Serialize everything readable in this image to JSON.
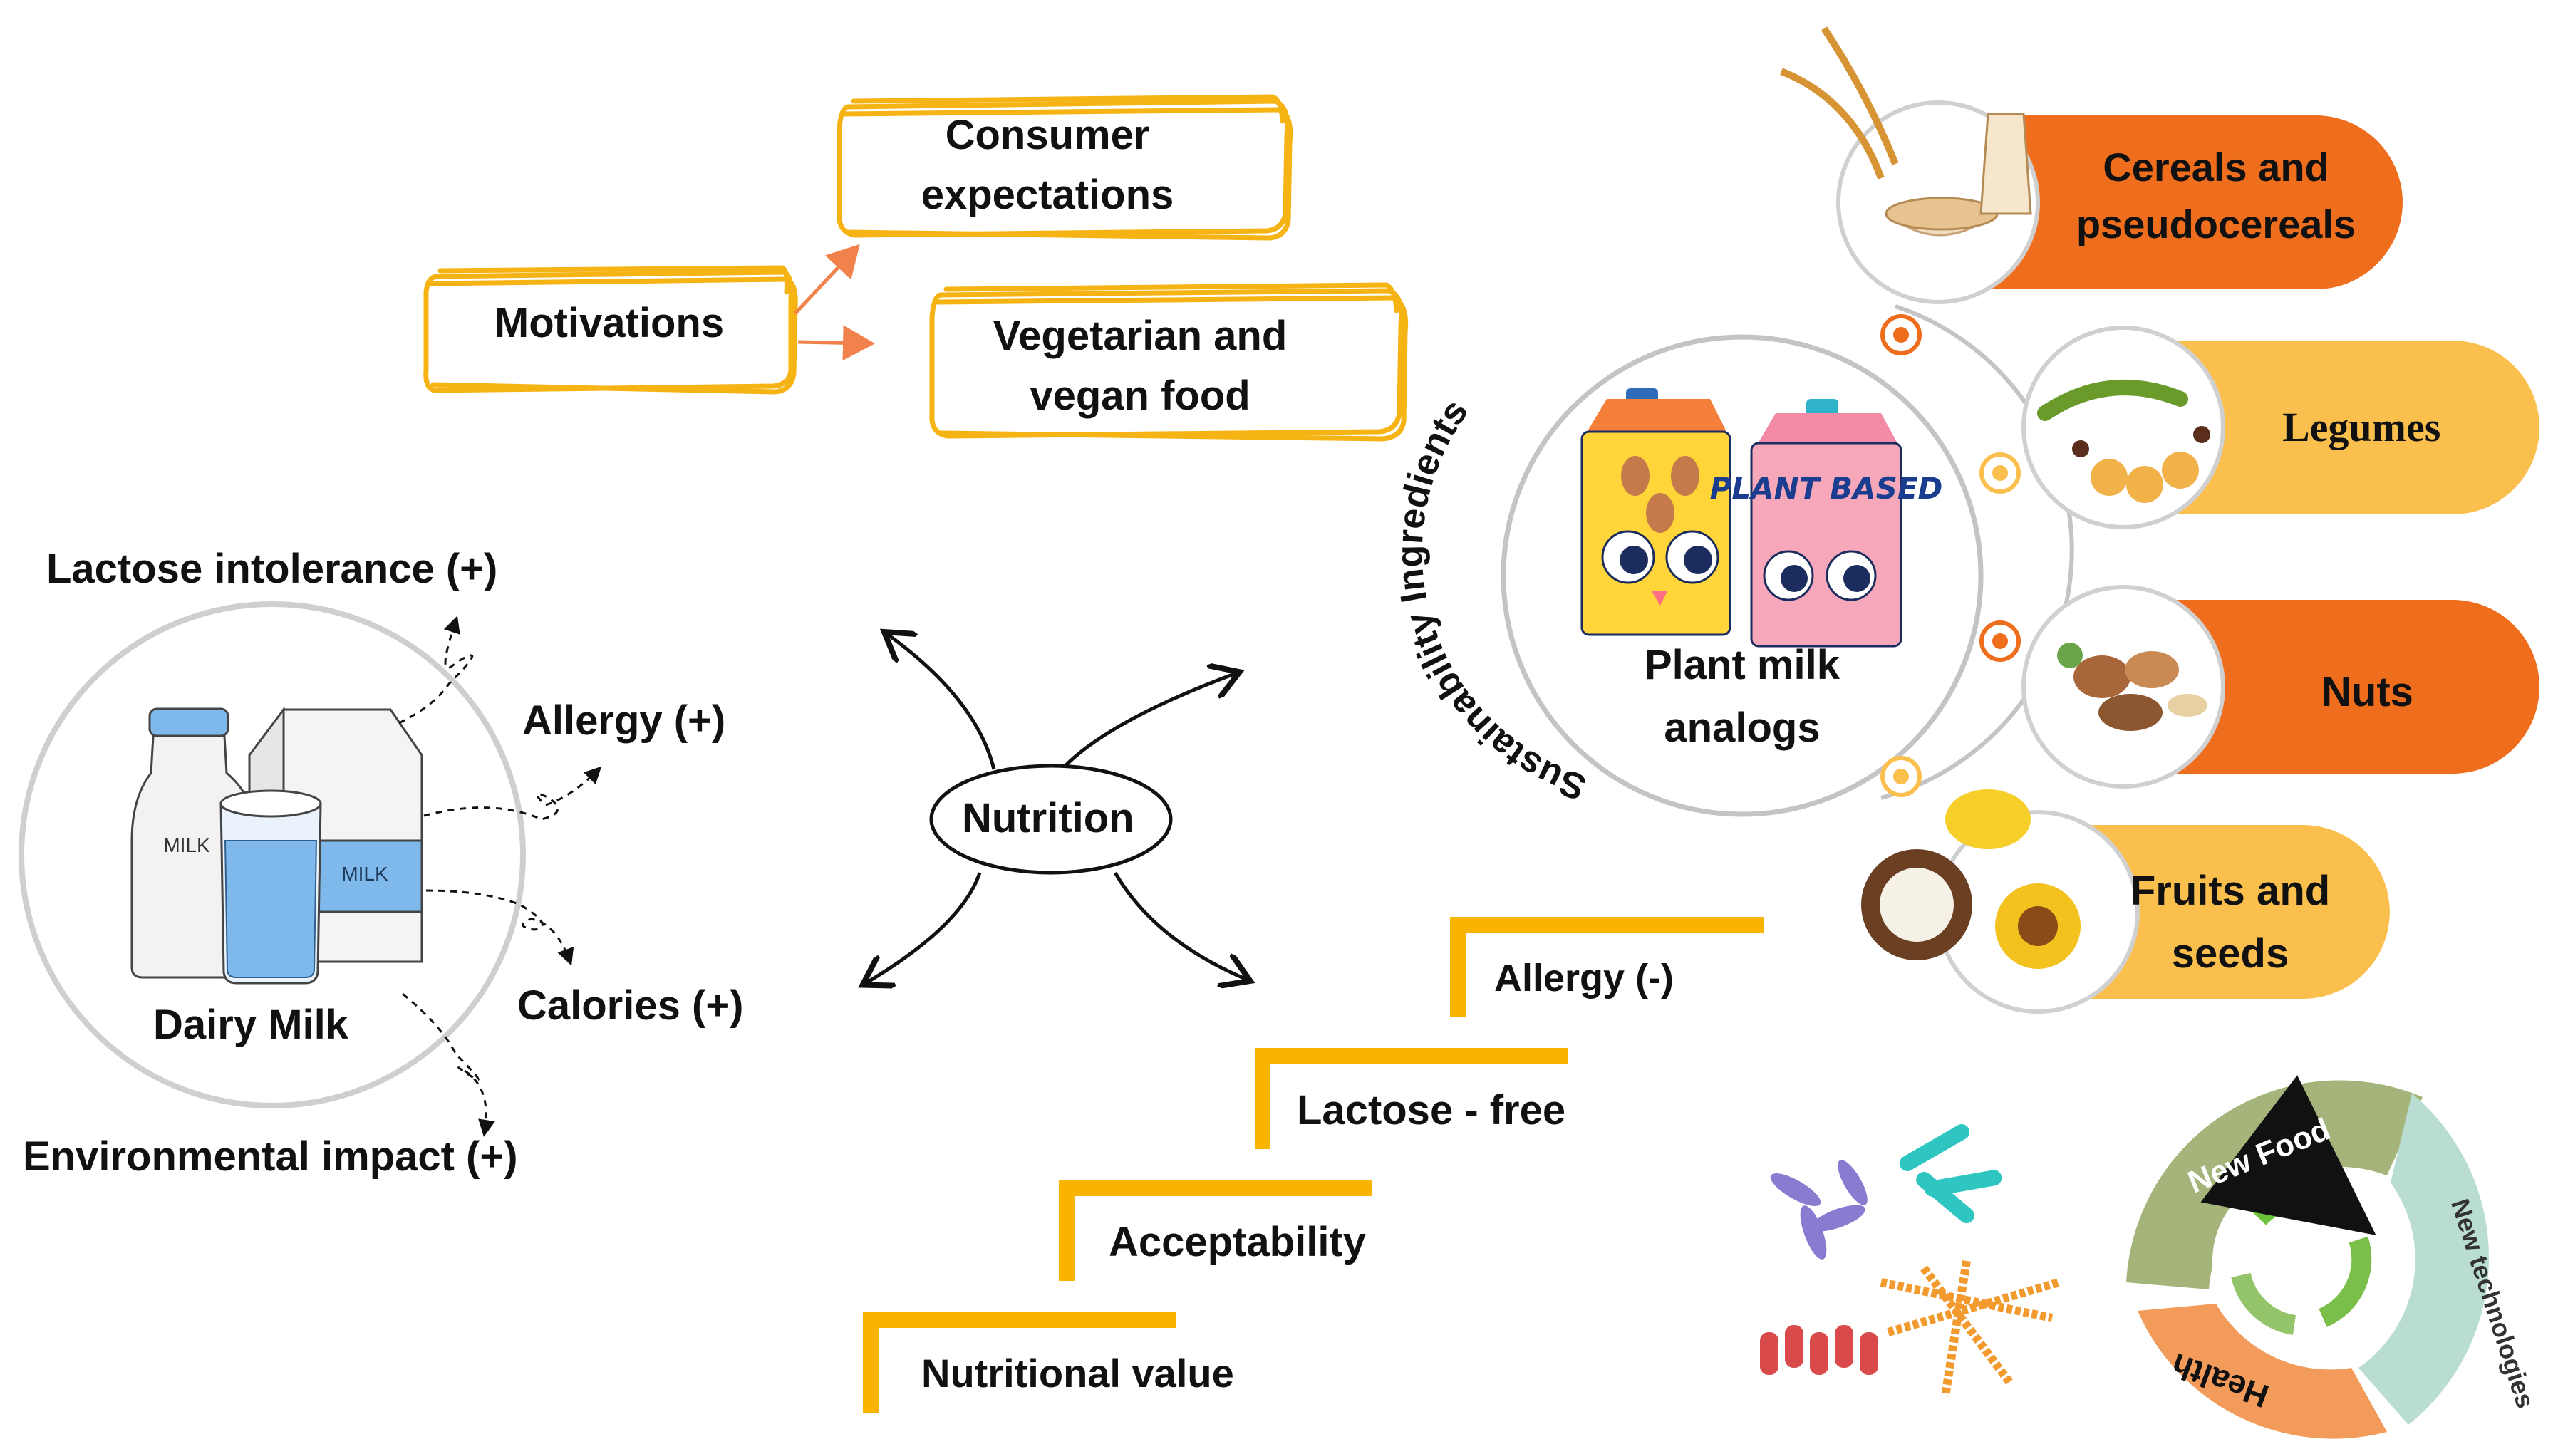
{
  "motivations": {
    "root": "Motivations",
    "consumer": "Consumer expectations",
    "vegetarian": "Vegetarian and vegan food"
  },
  "dairy": {
    "title": "Dairy Milk",
    "bottle_label": "MILK",
    "carton_label": "MILK",
    "effects": [
      "Lactose intolerance (+)",
      "Allergy (+)",
      "Calories (+)",
      "Environmental impact (+)"
    ]
  },
  "nutrition": {
    "label": "Nutrition"
  },
  "plant": {
    "title": "Plant milk analogs",
    "carton_text": "PLANT BASED",
    "arc_label": "Sustainability Ingredients",
    "ingredients": [
      "Cereals and pseudocereals",
      "Legumes",
      "Nuts",
      "Fruits and seeds"
    ]
  },
  "steps": [
    "Allergy (-)",
    "Lactose - free",
    "Acceptability",
    "Nutritional value"
  ],
  "cycle": {
    "segments": [
      "New Food",
      "New technologies",
      "Health"
    ]
  },
  "colors": {
    "orange_dark": "#EE6E1E",
    "orange_light": "#FBBF4E",
    "gold": "#F8B400",
    "yellow_outline": "#F5B314",
    "arrow_orange": "#F2824B",
    "carton_blue": "#7FB8EA",
    "green": "#A4B47A",
    "teal": "#B9DDD3",
    "health": "#F39B5A"
  }
}
